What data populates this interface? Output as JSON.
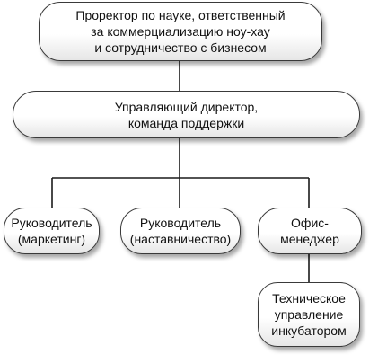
{
  "org_chart": {
    "top": {
      "label": "Проректор по науке, ответственный\nза коммерциализацию ноу-хау\nи сотрудничество с бизнесом"
    },
    "director": {
      "label": "Управляющий директор,\nкоманда поддержки"
    },
    "marketing": {
      "label": "Руководитель\n(маркетинг)"
    },
    "mentoring": {
      "label": "Руководитель\n(наставничество)"
    },
    "office": {
      "label": "Офис-\nменеджер"
    },
    "incubator": {
      "label": "Техническое\nуправление\nинкубатором"
    }
  },
  "colors": {
    "line": "#1a1a1a",
    "border": "#3a3a3a",
    "fill_bottom": "#e6e6e6"
  }
}
